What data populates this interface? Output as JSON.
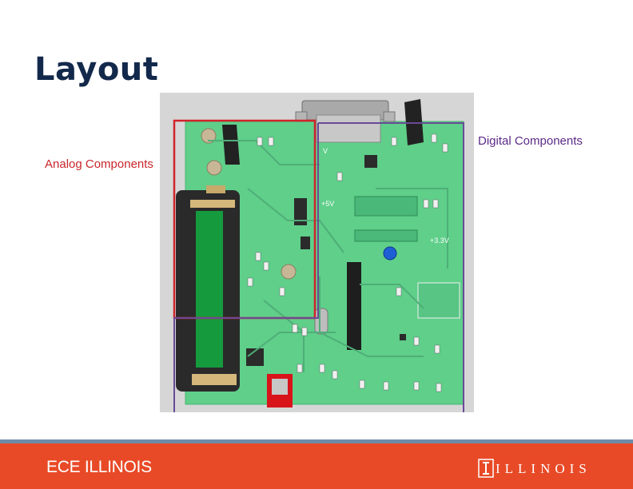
{
  "slide": {
    "title": "Layout",
    "labels": {
      "analog": "Analog Components",
      "digital": "Digital Components"
    },
    "board_text": {
      "rail_5v": "+5V",
      "rail_3v3": "+3.3V",
      "rail_v": "V"
    }
  },
  "footer": {
    "left_logo": "ECE ILLINOIS",
    "right_logo": "ILLINOIS"
  },
  "colors": {
    "title": "#13294b",
    "analog_box": "#d0232b",
    "digital_box": "#6a4a98",
    "pcb_green": "#5fcf8a",
    "footer_orange": "#e84a27"
  }
}
